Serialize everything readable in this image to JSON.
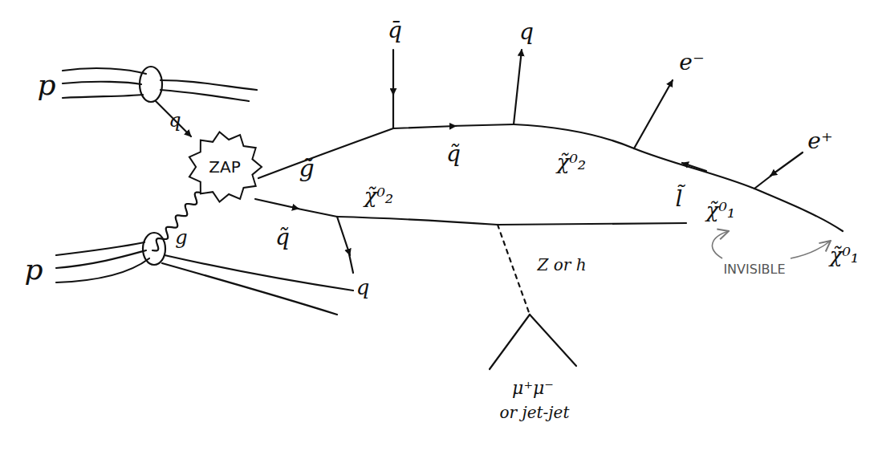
{
  "diagram": {
    "nodes": [
      {
        "text": [
          "ZAP"
        ]
      }
    ],
    "edges": [],
    "labels": [
      "p",
      "q",
      "p",
      "g",
      "g̃",
      "q̄",
      "q̃",
      "q",
      "χ̃⁰₂",
      "e⁻",
      "e⁺",
      "l̃",
      "χ̃⁰₁",
      "q̃",
      "q",
      "χ̃⁰₂",
      "χ̃⁰₁",
      "Z or h",
      "μ⁺μ⁻",
      "or jet-jet",
      "INVISIBLE"
    ]
  }
}
